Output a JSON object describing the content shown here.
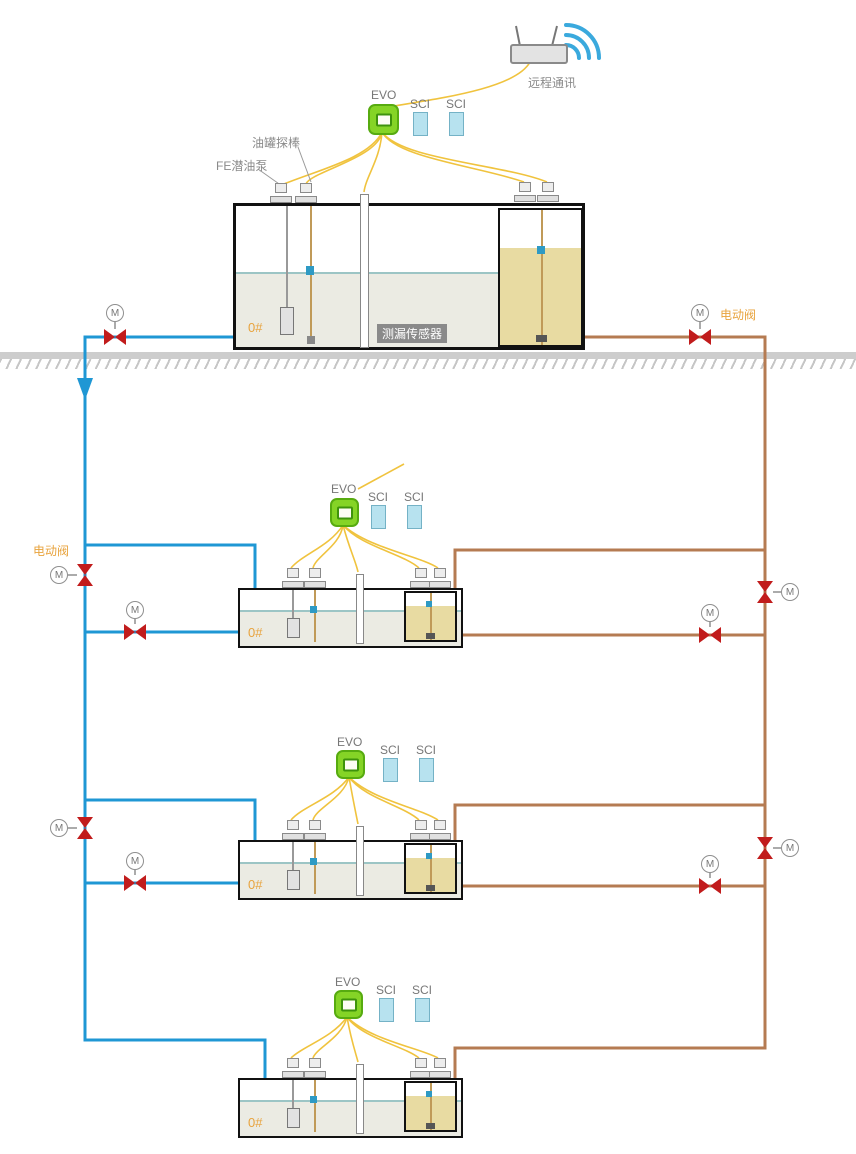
{
  "labels": {
    "remote_comm": "远程通讯",
    "evo": "EVO",
    "sci": "SCI",
    "tank_probe": "油罐探棒",
    "fe_pump": "FE潜油泵",
    "leak_sensor": "测漏传感器",
    "tank_no": "0#",
    "electric_valve": "电动阀",
    "motor": "M"
  },
  "colors": {
    "pipe_blue": "#1f97d4",
    "pipe_brown": "#b57b52",
    "wire_yellow": "#f0c33e",
    "valve_red": "#c11c1c",
    "evo_green": "#85d426",
    "sci_blue": "#b7e2ef",
    "tank_tan": "#e8dba2",
    "label_orange": "#e8a33d",
    "wifi_blue": "#3aa9dd"
  }
}
